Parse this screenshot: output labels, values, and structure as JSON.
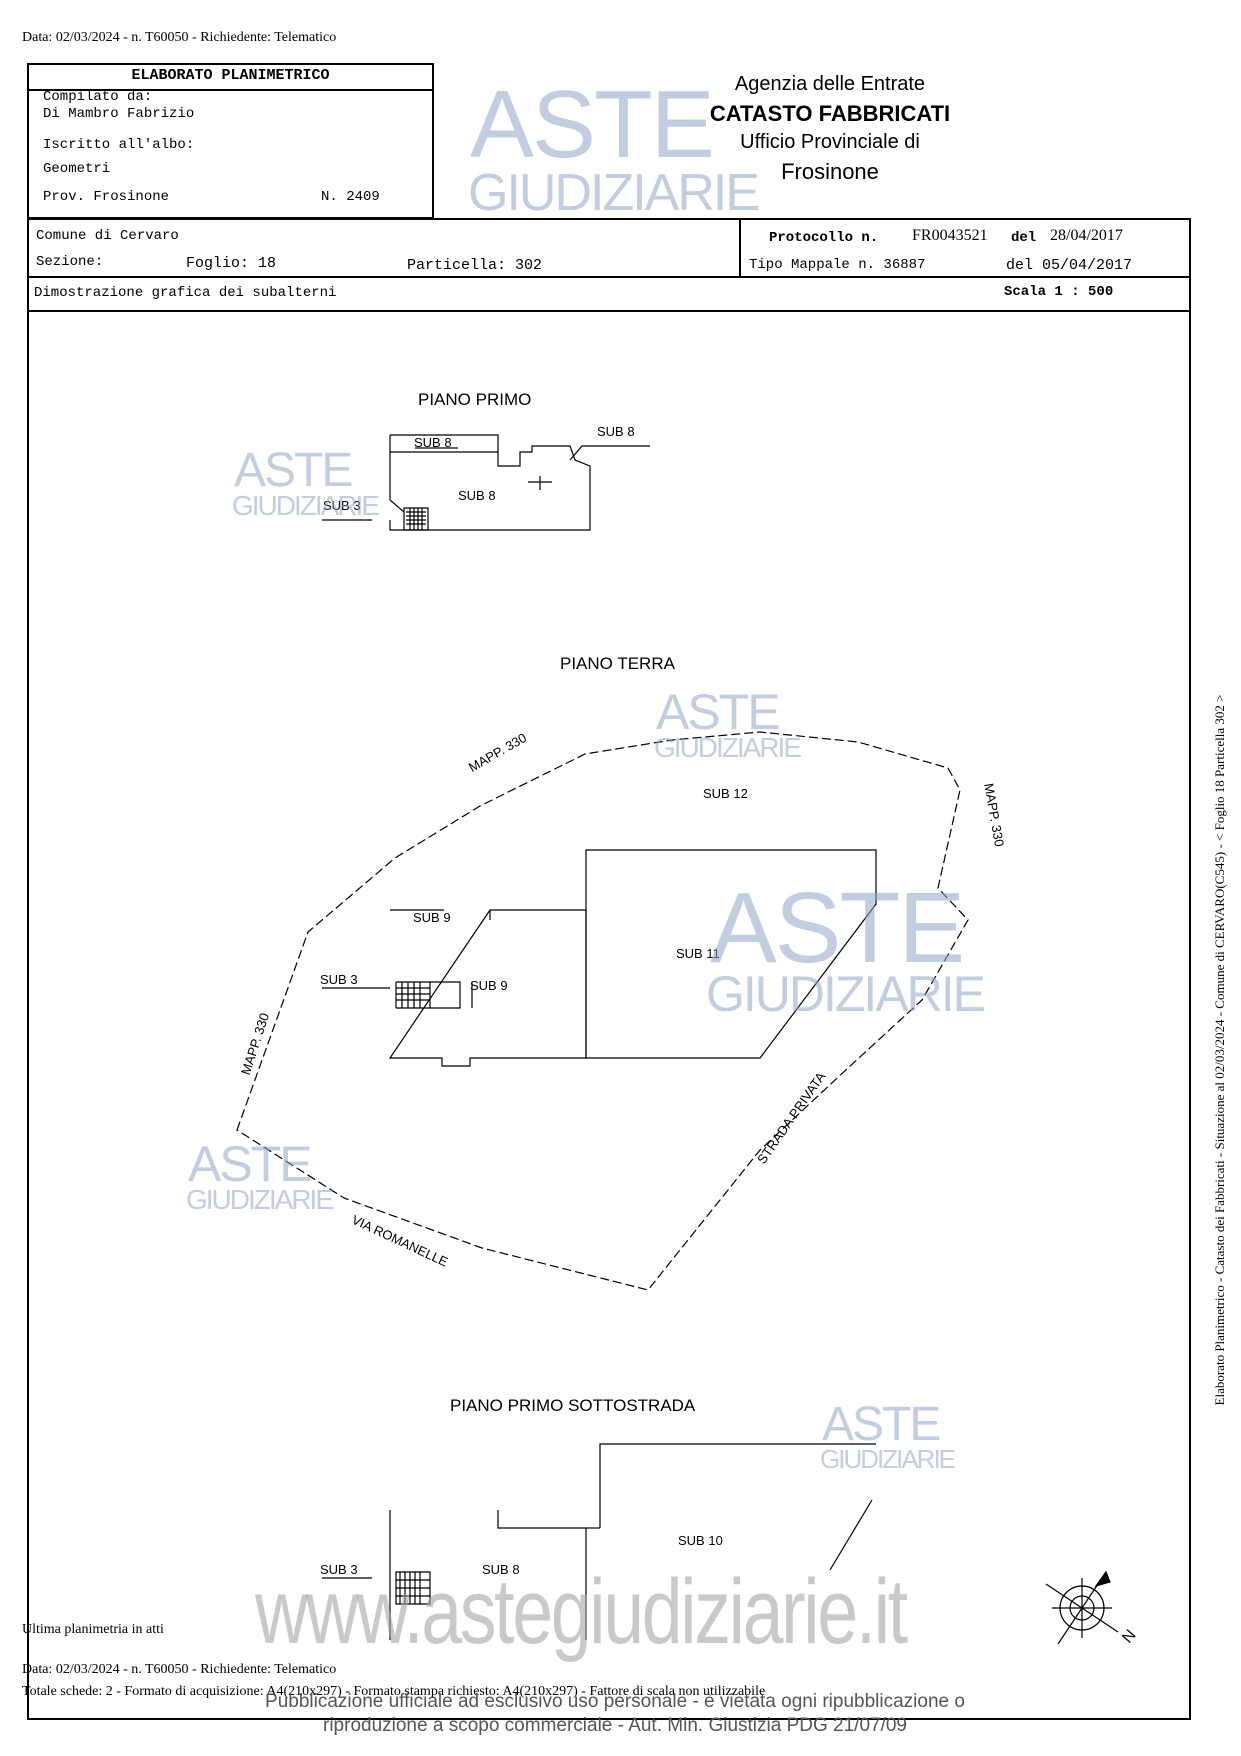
{
  "header_line": "Data: 02/03/2024 - n. T60050 - Richiedente: Telematico",
  "compiler": {
    "title": "ELABORATO PLANIMETRICO",
    "compiled_by_label": "Compilato da:",
    "compiled_by_name": "Di Mambro Fabrizio",
    "registered_label": "Iscritto all'albo:",
    "registered_value": "Geometri",
    "province": "Prov. Frosinone",
    "number": "N. 2409"
  },
  "agency": {
    "line1": "Agenzia delle Entrate",
    "line2": "CATASTO FABBRICATI",
    "line3": "Ufficio Provinciale di",
    "line4": "Frosinone"
  },
  "cadastral": {
    "comune": "Comune di Cervaro",
    "sezione": "Sezione:",
    "foglio": "Foglio: 18",
    "particella": "Particella: 302",
    "protocollo_label": "Protocollo n.",
    "protocollo_num": "FR0043521",
    "protocollo_del": "del",
    "protocollo_date": "28/04/2017",
    "tipo_mappale": "Tipo Mappale n. 36887",
    "tipo_del": "del 05/04/2017",
    "dimostrazione": "Dimostrazione grafica dei subalterni",
    "scala": "Scala 1 : 500"
  },
  "plan": {
    "piano_primo": "PIANO PRIMO",
    "piano_terra": "PIANO TERRA",
    "piano_sottostrada": "PIANO PRIMO SOTTOSTRADA",
    "sub3": "SUB 3",
    "sub8": "SUB 8",
    "sub9": "SUB 9",
    "sub10": "SUB 10",
    "sub11": "SUB 11",
    "sub12": "SUB 12",
    "mapp330": "MAPP. 330",
    "strada_privata": "STRADA PRIVATA",
    "via_romanelle": "VIA ROMANELLE",
    "north": "N"
  },
  "watermark": {
    "aste": "ASTE",
    "giudiziarie": "GIUDIZIARIE",
    "url": "www.astegiudiziarie.it",
    "notice": "Pubblicazione ufficiale ad esclusivo uso personale - è vietata ogni ripubblicazione o riproduzione a scopo commerciale - Aut. Min. Giustizia PDG 21/07/09"
  },
  "side_text": "Elaborato Planimetrico - Catasto dei Fabbricati - Situazione al 02/03/2024 - Comune di CERVARO(C545) - < Foglio 18 Particella 302 >",
  "footer": {
    "ultima": "Ultima planimetria in atti",
    "data": "Data: 02/03/2024 - n. T60050 - Richiedente: Telematico",
    "totale": "Totale schede: 2 - Formato di acquisizione: A4(210x297) - Formato stampa richiesto: A4(210x297) - Fattore di scala non utilizzabile"
  }
}
